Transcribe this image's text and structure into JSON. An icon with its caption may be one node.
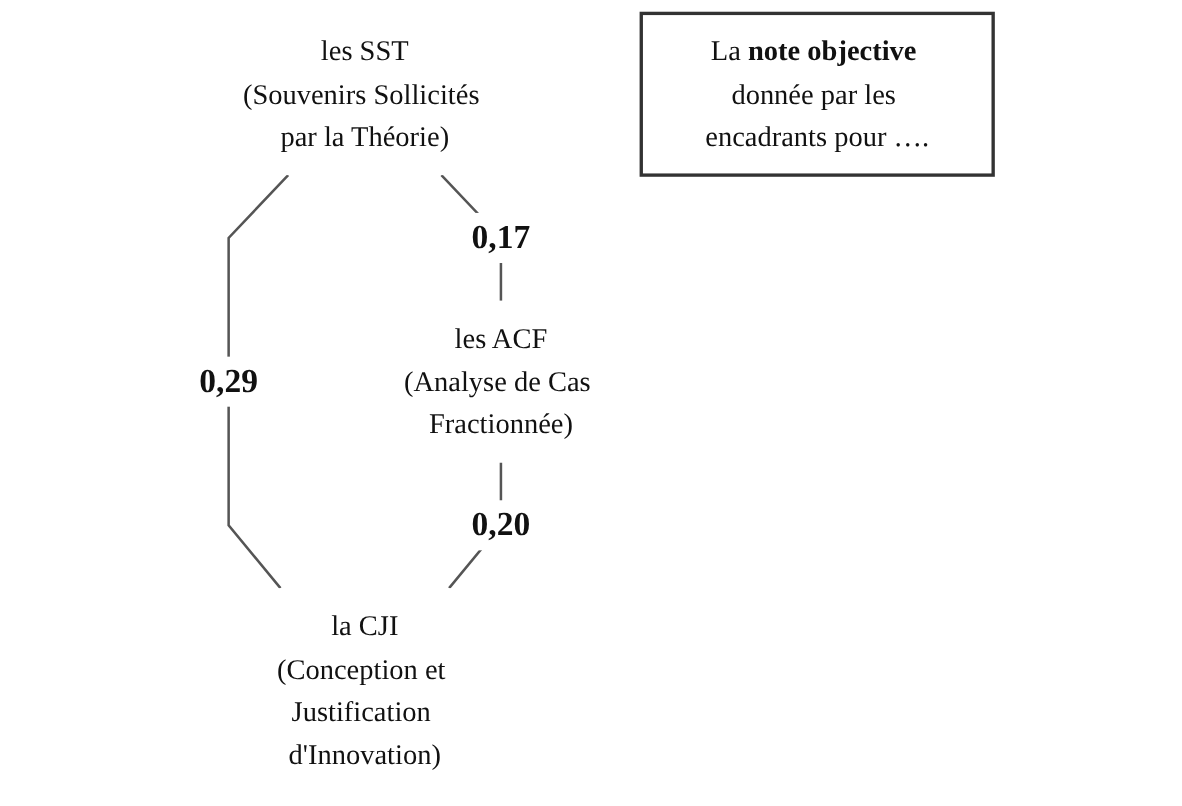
{
  "diagram": {
    "nodes": [
      {
        "text": [
          "les SST",
          "(Souvenirs Sollicités par la Théorie)"
        ]
      },
      {
        "text": [
          "La **note objective** donnée par les encadrants pour …."
        ]
      },
      {
        "text": [
          "les ACF",
          "(Analyse de Cas Fractionnée)"
        ]
      },
      {
        "text": [
          "la CJI",
          "(Conception et Justification d'Innovation)"
        ]
      }
    ],
    "edges": [
      {
        "from": 0,
        "to": 2,
        "arrow": "none",
        "label": "0,17"
      },
      {
        "from": 0,
        "to": 3,
        "arrow": "none",
        "label": "0,29"
      },
      {
        "from": 2,
        "to": 3,
        "arrow": "none",
        "label": "0,20"
      }
    ]
  }
}
